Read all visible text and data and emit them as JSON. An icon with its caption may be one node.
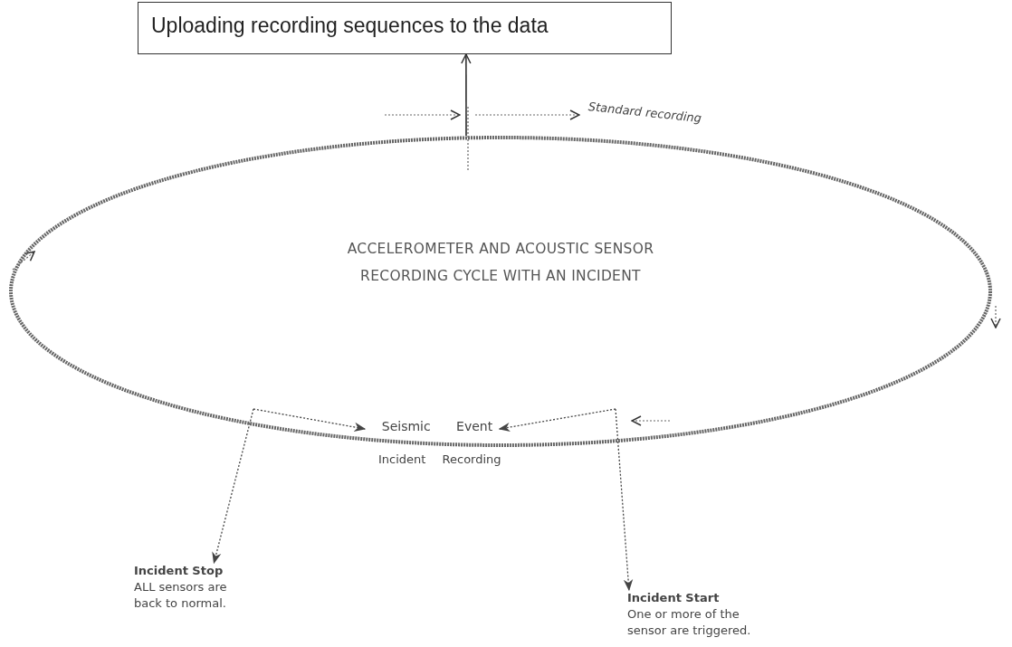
{
  "diagram": {
    "nodes": [
      {
        "text": [
          "Uploading recording sequences to the data"
        ]
      },
      {
        "text": [
          "ACCELEROMETER AND ACOUSTIC SENSOR RECORDING CYCLE WITH AN INCIDENT"
        ]
      },
      {
        "text": [
          "Seismic Event"
        ],
        "in": 1
      },
      {
        "text": [
          "Incident Stop",
          "ALL sensors are back to normal."
        ]
      },
      {
        "text": [
          "Incident Start",
          "One or more of the sensor are triggered."
        ]
      }
    ],
    "edges": [
      {
        "from": 1,
        "to": 0,
        "arrow": "to"
      },
      {
        "from": null,
        "to": 2,
        "arrow": "to",
        "style": "dashed"
      },
      {
        "from": null,
        "to": 3,
        "arrow": "to",
        "style": "dashed"
      },
      {
        "from": null,
        "to": 2,
        "arrow": "to",
        "style": "dashed"
      },
      {
        "from": null,
        "to": 4,
        "arrow": "to",
        "style": "dashed"
      }
    ],
    "labels": [
      "Standard recording",
      "Incident Recording"
    ]
  }
}
